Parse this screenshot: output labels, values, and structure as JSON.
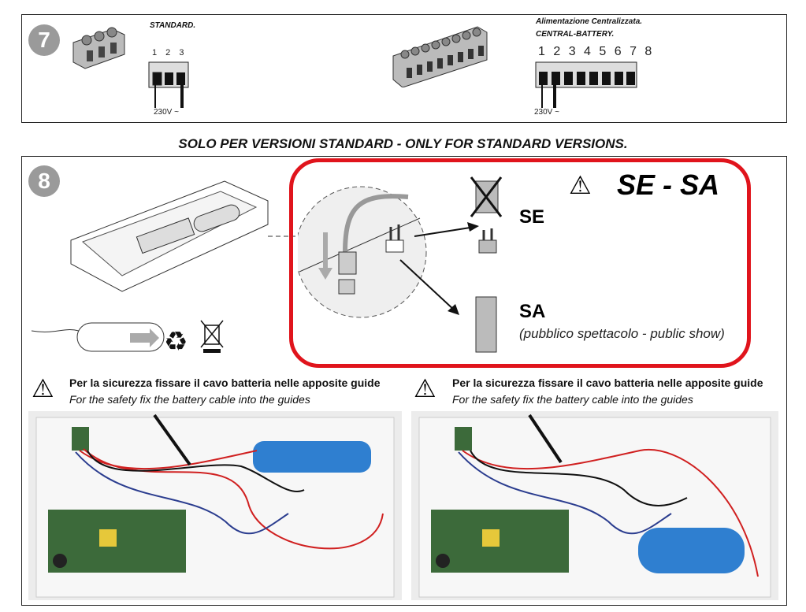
{
  "step7": {
    "number": "7",
    "standard_label": "STANDARD.",
    "standard_terminals": "1 2 3",
    "standard_voltage": "230V ~",
    "central_label_it": "Alimentazione Centralizzata.",
    "central_label_en": "CENTRAL-BATTERY.",
    "central_terminals": "1 2 3 4 5 6 7 8",
    "central_voltage": "230V ~"
  },
  "section_title": "SOLO PER VERSIONI STANDARD - ONLY FOR STANDARD VERSIONS.",
  "step8": {
    "number": "8",
    "callout_title": "SE - SA",
    "se_label": "SE",
    "sa_label": "SA",
    "sa_note": "(pubblico spettacolo - public show)",
    "warnings": [
      {
        "it": "Per la sicurezza fissare il cavo batteria nelle apposite guide",
        "en": "For the safety fix the battery cable into the guides"
      },
      {
        "it": "Per la sicurezza fissare il cavo batteria nelle apposite guide",
        "en": "For the safety fix the battery cable into the guides"
      }
    ]
  },
  "colors": {
    "callout_border": "#e0141c",
    "step_badge": "#9a9a9a",
    "battery": "#2f7fd0",
    "pcb": "#3c6a3a"
  }
}
